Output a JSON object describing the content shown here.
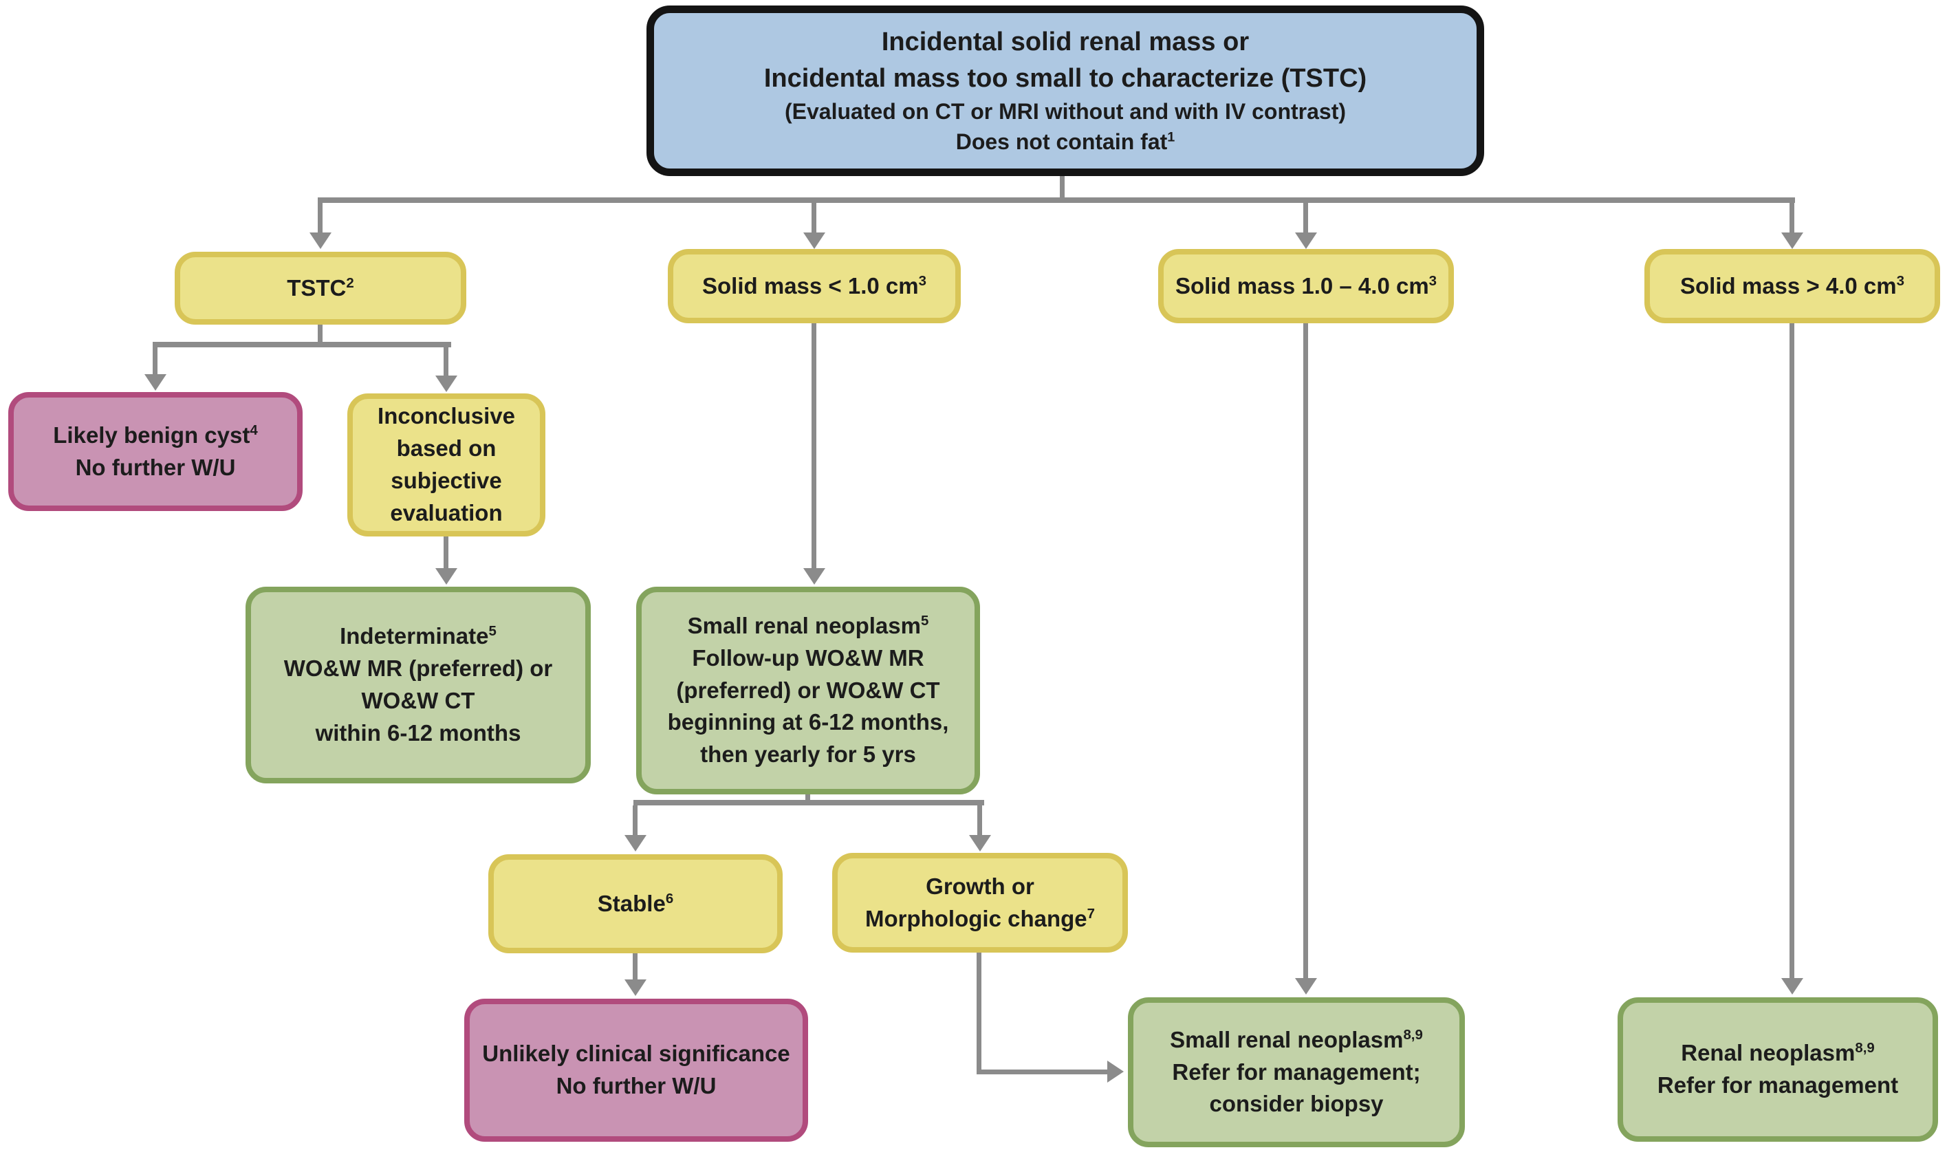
{
  "diagram": {
    "title_node_text": "Incidental solid renal mass or Incidental mass too small to characterize (TSTC)",
    "colors": {
      "root_fill": "#aec8e2",
      "root_border": "#141414",
      "decision_fill": "#ebe28a",
      "decision_border": "#d8c557",
      "action_fill": "#c2d2a8",
      "action_border": "#84a45d",
      "terminal_fill": "#c993b3",
      "terminal_border": "#b14b7d",
      "connector": "#8b8b8b",
      "text": "#1c1c1c",
      "background": "#ffffff"
    },
    "nodes": [
      {
        "id": "root",
        "kind": "root",
        "lines": [
          {
            "t": "Incidental solid renal mass or"
          },
          {
            "t": "Incidental mass too small to characterize (TSTC)"
          },
          {
            "t": "(Evaluated on CT or MRI without and with IV contrast)"
          },
          {
            "t": "Does not contain fat",
            "sup": "1"
          }
        ]
      },
      {
        "id": "tstc",
        "kind": "decision",
        "lines": [
          {
            "t": "TSTC",
            "sup": "2"
          }
        ]
      },
      {
        "id": "mass_lt_1cm",
        "kind": "decision",
        "lines": [
          {
            "t": "Solid mass < 1.0 cm",
            "sup": "3"
          }
        ]
      },
      {
        "id": "mass_1_4cm",
        "kind": "decision",
        "lines": [
          {
            "t": "Solid mass 1.0 – 4.0 cm",
            "sup": "3"
          }
        ]
      },
      {
        "id": "mass_gt_4cm",
        "kind": "decision",
        "lines": [
          {
            "t": "Solid mass > 4.0 cm",
            "sup": "3"
          }
        ]
      },
      {
        "id": "benign_cyst",
        "kind": "terminal",
        "lines": [
          {
            "t": "Likely benign cyst",
            "sup": "4"
          },
          {
            "t": "No further W/U"
          }
        ]
      },
      {
        "id": "inconclusive",
        "kind": "decision",
        "lines": [
          {
            "t": "Inconclusive"
          },
          {
            "t": "based on"
          },
          {
            "t": "subjective"
          },
          {
            "t": "evaluation"
          }
        ]
      },
      {
        "id": "indeterminate",
        "kind": "action",
        "lines": [
          {
            "t": "Indeterminate",
            "sup": "5"
          },
          {
            "t": "WO&W MR (preferred) or"
          },
          {
            "t": "WO&W CT"
          },
          {
            "t": "within 6-12 months"
          }
        ]
      },
      {
        "id": "srn_followup",
        "kind": "action",
        "lines": [
          {
            "t": "Small renal neoplasm",
            "sup": "5"
          },
          {
            "t": "Follow-up WO&W MR"
          },
          {
            "t": "(preferred) or WO&W CT"
          },
          {
            "t": "beginning at 6-12 months,"
          },
          {
            "t": "then yearly for 5 yrs"
          }
        ]
      },
      {
        "id": "stable",
        "kind": "decision",
        "lines": [
          {
            "t": "Stable",
            "sup": "6"
          }
        ]
      },
      {
        "id": "growth",
        "kind": "decision",
        "lines": [
          {
            "t": "Growth or"
          },
          {
            "t": "Morphologic change",
            "sup": "7"
          }
        ]
      },
      {
        "id": "unlikely_significance",
        "kind": "terminal",
        "lines": [
          {
            "t": "Unlikely clinical significance"
          },
          {
            "t": "No further W/U"
          }
        ]
      },
      {
        "id": "srn_management",
        "kind": "action",
        "lines": [
          {
            "t": "Small renal neoplasm",
            "sup": "8,9"
          },
          {
            "t": "Refer for management;"
          },
          {
            "t": "consider biopsy"
          }
        ]
      },
      {
        "id": "renal_neoplasm",
        "kind": "action",
        "lines": [
          {
            "t": "Renal neoplasm",
            "sup": "8,9"
          },
          {
            "t": "Refer for management"
          }
        ]
      }
    ],
    "edges": [
      {
        "from": "root",
        "to": "tstc"
      },
      {
        "from": "root",
        "to": "mass_lt_1cm"
      },
      {
        "from": "root",
        "to": "mass_1_4cm"
      },
      {
        "from": "root",
        "to": "mass_gt_4cm"
      },
      {
        "from": "tstc",
        "to": "benign_cyst"
      },
      {
        "from": "tstc",
        "to": "inconclusive"
      },
      {
        "from": "inconclusive",
        "to": "indeterminate"
      },
      {
        "from": "mass_lt_1cm",
        "to": "srn_followup"
      },
      {
        "from": "srn_followup",
        "to": "stable"
      },
      {
        "from": "srn_followup",
        "to": "growth"
      },
      {
        "from": "stable",
        "to": "unlikely_significance"
      },
      {
        "from": "growth",
        "to": "srn_management"
      },
      {
        "from": "mass_1_4cm",
        "to": "srn_management"
      },
      {
        "from": "mass_gt_4cm",
        "to": "renal_neoplasm"
      }
    ]
  }
}
